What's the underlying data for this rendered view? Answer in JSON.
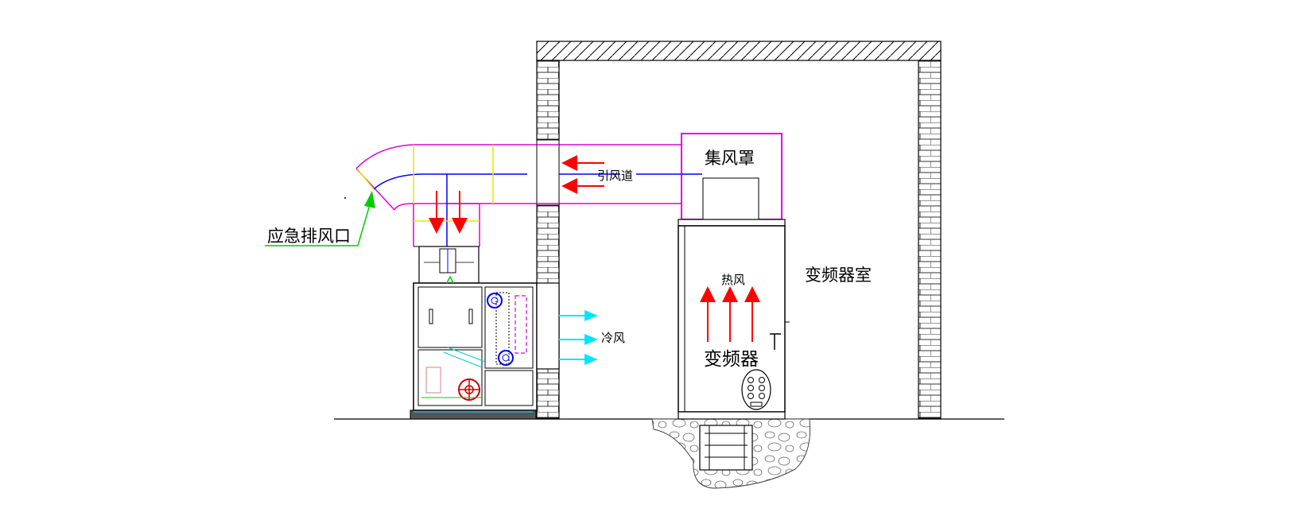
{
  "labels": {
    "emergency_exhaust": "应急排风口",
    "air_duct": "引风道",
    "collector_hood": "集风罩",
    "vfd_room": "变频器室",
    "hot_air": "热风",
    "cold_air": "冷风",
    "vfd": "变频器"
  },
  "colors": {
    "duct_outline": "#e000e0",
    "duct_centerline": "#0000ff",
    "airflow_arrow": "#ff0000",
    "cold_air_arrow": "#00e5ff",
    "emergency_pointer": "#00cc00",
    "divider": "#e6e600",
    "wall_hatch": "#000000"
  }
}
